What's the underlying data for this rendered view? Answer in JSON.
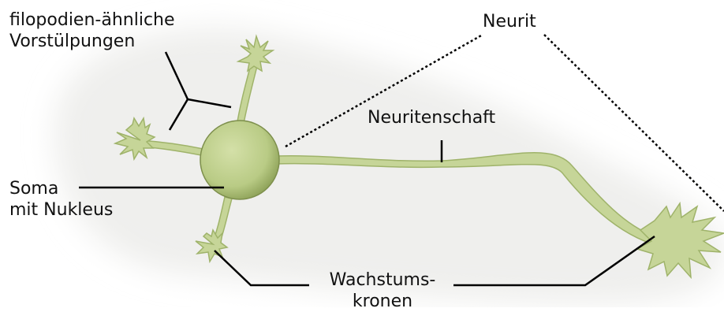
{
  "diagram": {
    "labels": {
      "filopodia": [
        "filopodien-ähnliche",
        "Vorstülpungen"
      ],
      "neurit": "Neurit",
      "neuritenschaft": "Neuritenschaft",
      "soma": [
        "Soma",
        "mit Nukleus"
      ],
      "wachstumskronen": [
        "Wachstums-",
        "kronen"
      ]
    },
    "colors": {
      "cell_fill": "#c6d598",
      "cell_stroke": "#9fb36a",
      "soma_fill": "#b9cb85",
      "halo": "#f1f1ef",
      "line": "#000000"
    }
  }
}
